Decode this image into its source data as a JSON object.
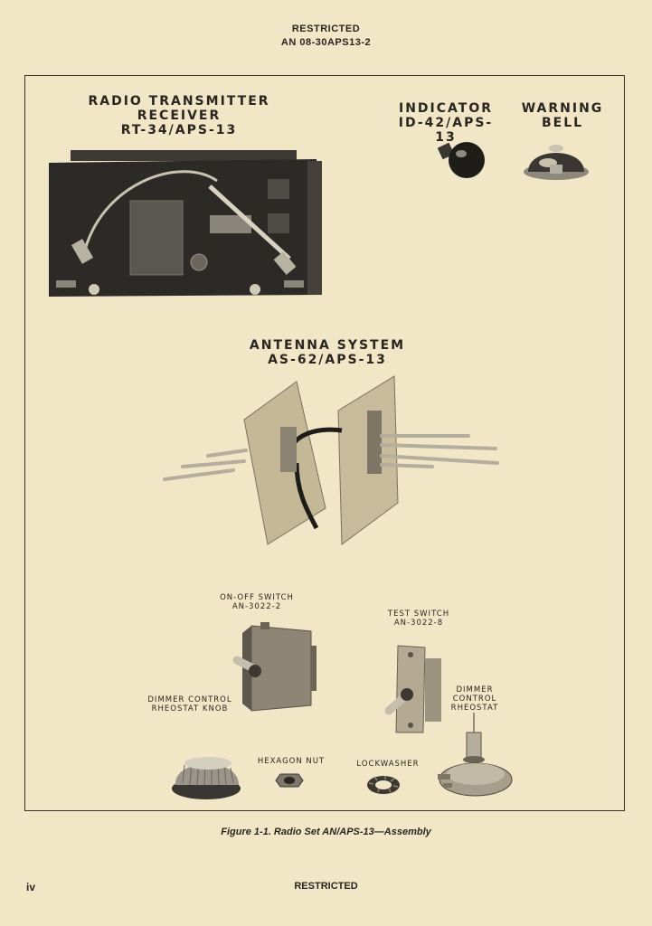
{
  "header": {
    "classification": "RESTRICTED",
    "document_number": "AN 08-30APS13-2"
  },
  "labels": {
    "transmitter": {
      "line1": "RADIO TRANSMITTER RECEIVER",
      "line2": "RT-34/APS-13"
    },
    "indicator": {
      "line1": "INDICATOR",
      "line2": "ID-42/APS-13"
    },
    "bell": {
      "line1": "WARNING",
      "line2": "BELL"
    },
    "antenna": {
      "line1": "ANTENNA SYSTEM",
      "line2": "AS-62/APS-13"
    },
    "onoff_switch": {
      "line1": "ON-OFF SWITCH",
      "line2": "AN-3022-2"
    },
    "test_switch": {
      "line1": "TEST SWITCH",
      "line2": "AN-3022-8"
    },
    "dimmer_knob": {
      "line1": "DIMMER CONTROL",
      "line2": "RHEOSTAT KNOB"
    },
    "hexagon_nut": {
      "line1": "HEXAGON NUT"
    },
    "lockwasher": {
      "line1": "LOCKWASHER"
    },
    "dimmer_rheostat": {
      "line1": "DIMMER",
      "line2": "CONTROL",
      "line3": "RHEOSTAT"
    }
  },
  "caption": "Figure 1-1.  Radio Set AN/APS-13—Assembly",
  "footer": {
    "page_number": "iv",
    "classification": "RESTRICTED"
  }
}
